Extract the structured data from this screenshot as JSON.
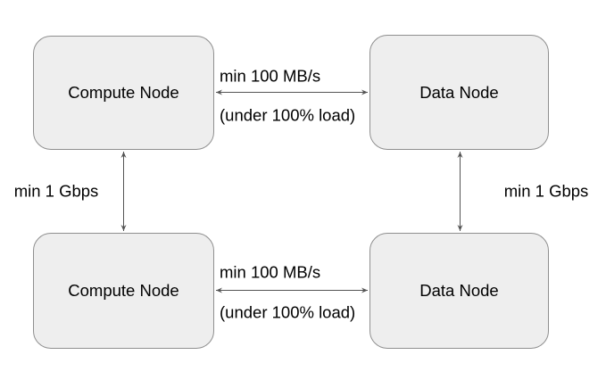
{
  "diagram": {
    "colors": {
      "background": "#ffffff",
      "node_fill": "#eeeeee",
      "node_border": "#8f8f8f",
      "edge": "#545454",
      "text": "#000000"
    },
    "nodes": {
      "compute_top": {
        "label": "Compute Node"
      },
      "data_top": {
        "label": "Data Node"
      },
      "compute_bottom": {
        "label": "Compute Node"
      },
      "data_bottom": {
        "label": "Data Node"
      }
    },
    "edges": {
      "top_horizontal": {
        "from": "compute_top",
        "to": "data_top",
        "style": "double-arrow",
        "bandwidth": "min 100 MB/s",
        "condition": "(under 100% load)"
      },
      "bottom_horizontal": {
        "from": "compute_bottom",
        "to": "data_bottom",
        "style": "double-arrow",
        "bandwidth": "min 100 MB/s",
        "condition": "(under 100% load)"
      },
      "left_vertical": {
        "from": "compute_top",
        "to": "compute_bottom",
        "style": "double-arrow",
        "bandwidth": "min 1 Gbps"
      },
      "right_vertical": {
        "from": "data_top",
        "to": "data_bottom",
        "style": "double-arrow",
        "bandwidth": "min 1 Gbps"
      }
    }
  }
}
